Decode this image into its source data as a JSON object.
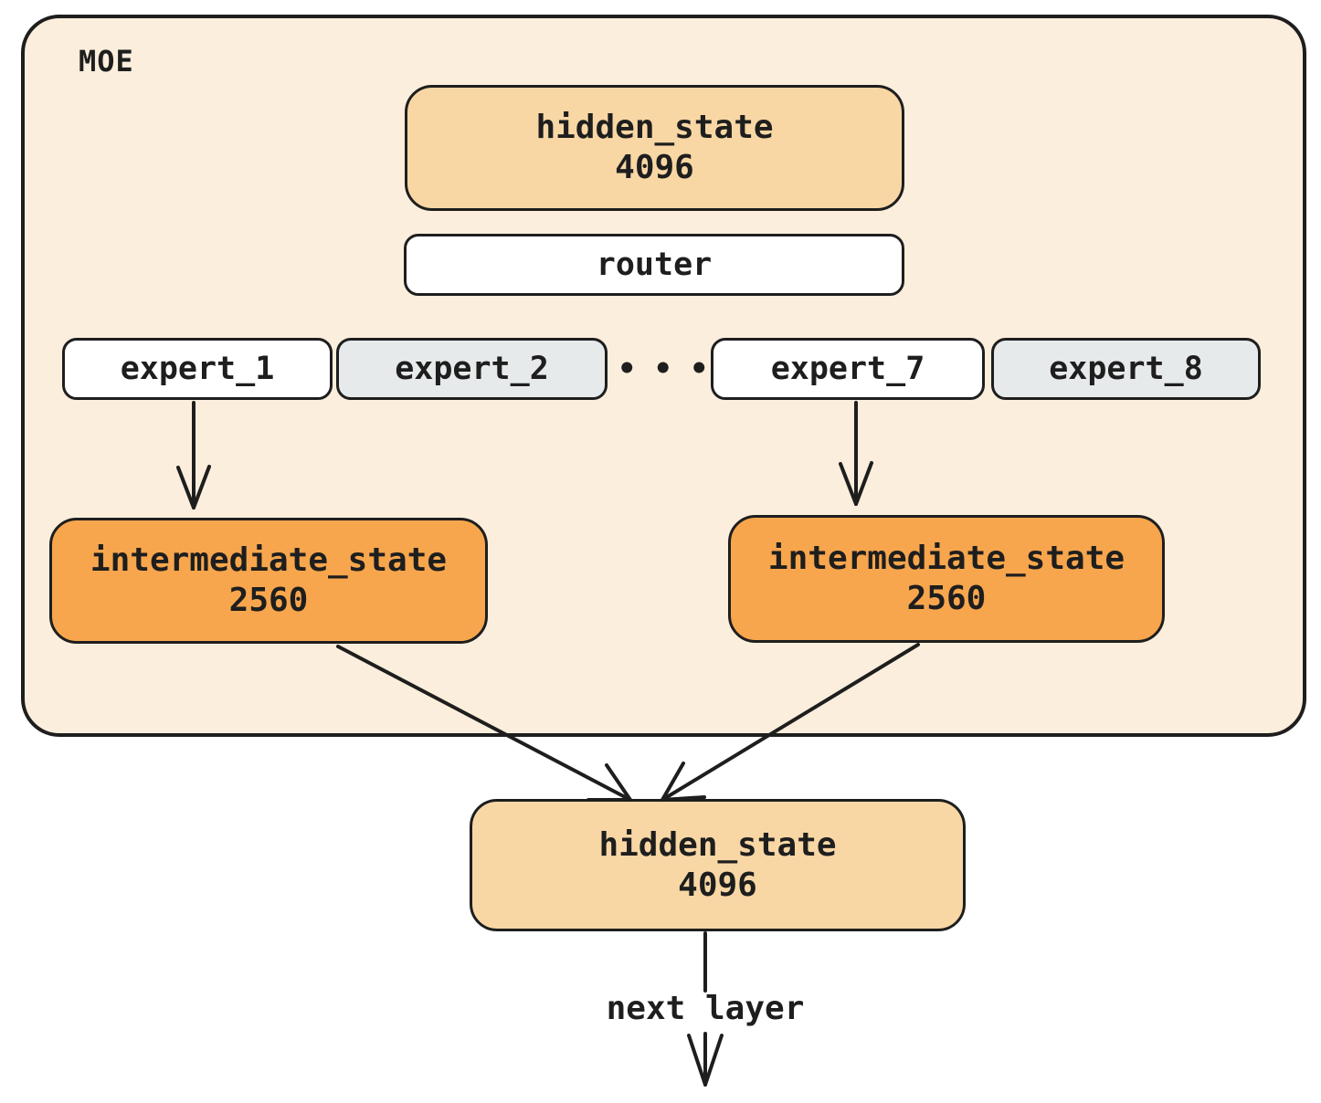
{
  "colors": {
    "container_fill": "#fbeedc",
    "hidden_state_fill": "#f8d7a5",
    "intermediate_state_fill": "#f7a64d",
    "expert_active_fill": "#ffffff",
    "expert_inactive_fill": "#e6eaeb",
    "stroke": "#1e1e1e"
  },
  "moe": {
    "label": "MOE"
  },
  "nodes": {
    "hidden_state_top": {
      "title": "hidden_state",
      "dim": "4096"
    },
    "router": {
      "title": "router"
    },
    "experts": {
      "e1": "expert_1",
      "e2": "expert_2",
      "ellipsis": "•••",
      "e7": "expert_7",
      "e8": "expert_8"
    },
    "intermediate_left": {
      "title": "intermediate_state",
      "dim": "2560"
    },
    "intermediate_right": {
      "title": "intermediate_state",
      "dim": "2560"
    },
    "hidden_state_bottom": {
      "title": "hidden_state",
      "dim": "4096"
    }
  },
  "footer": {
    "next_layer": "next layer"
  }
}
